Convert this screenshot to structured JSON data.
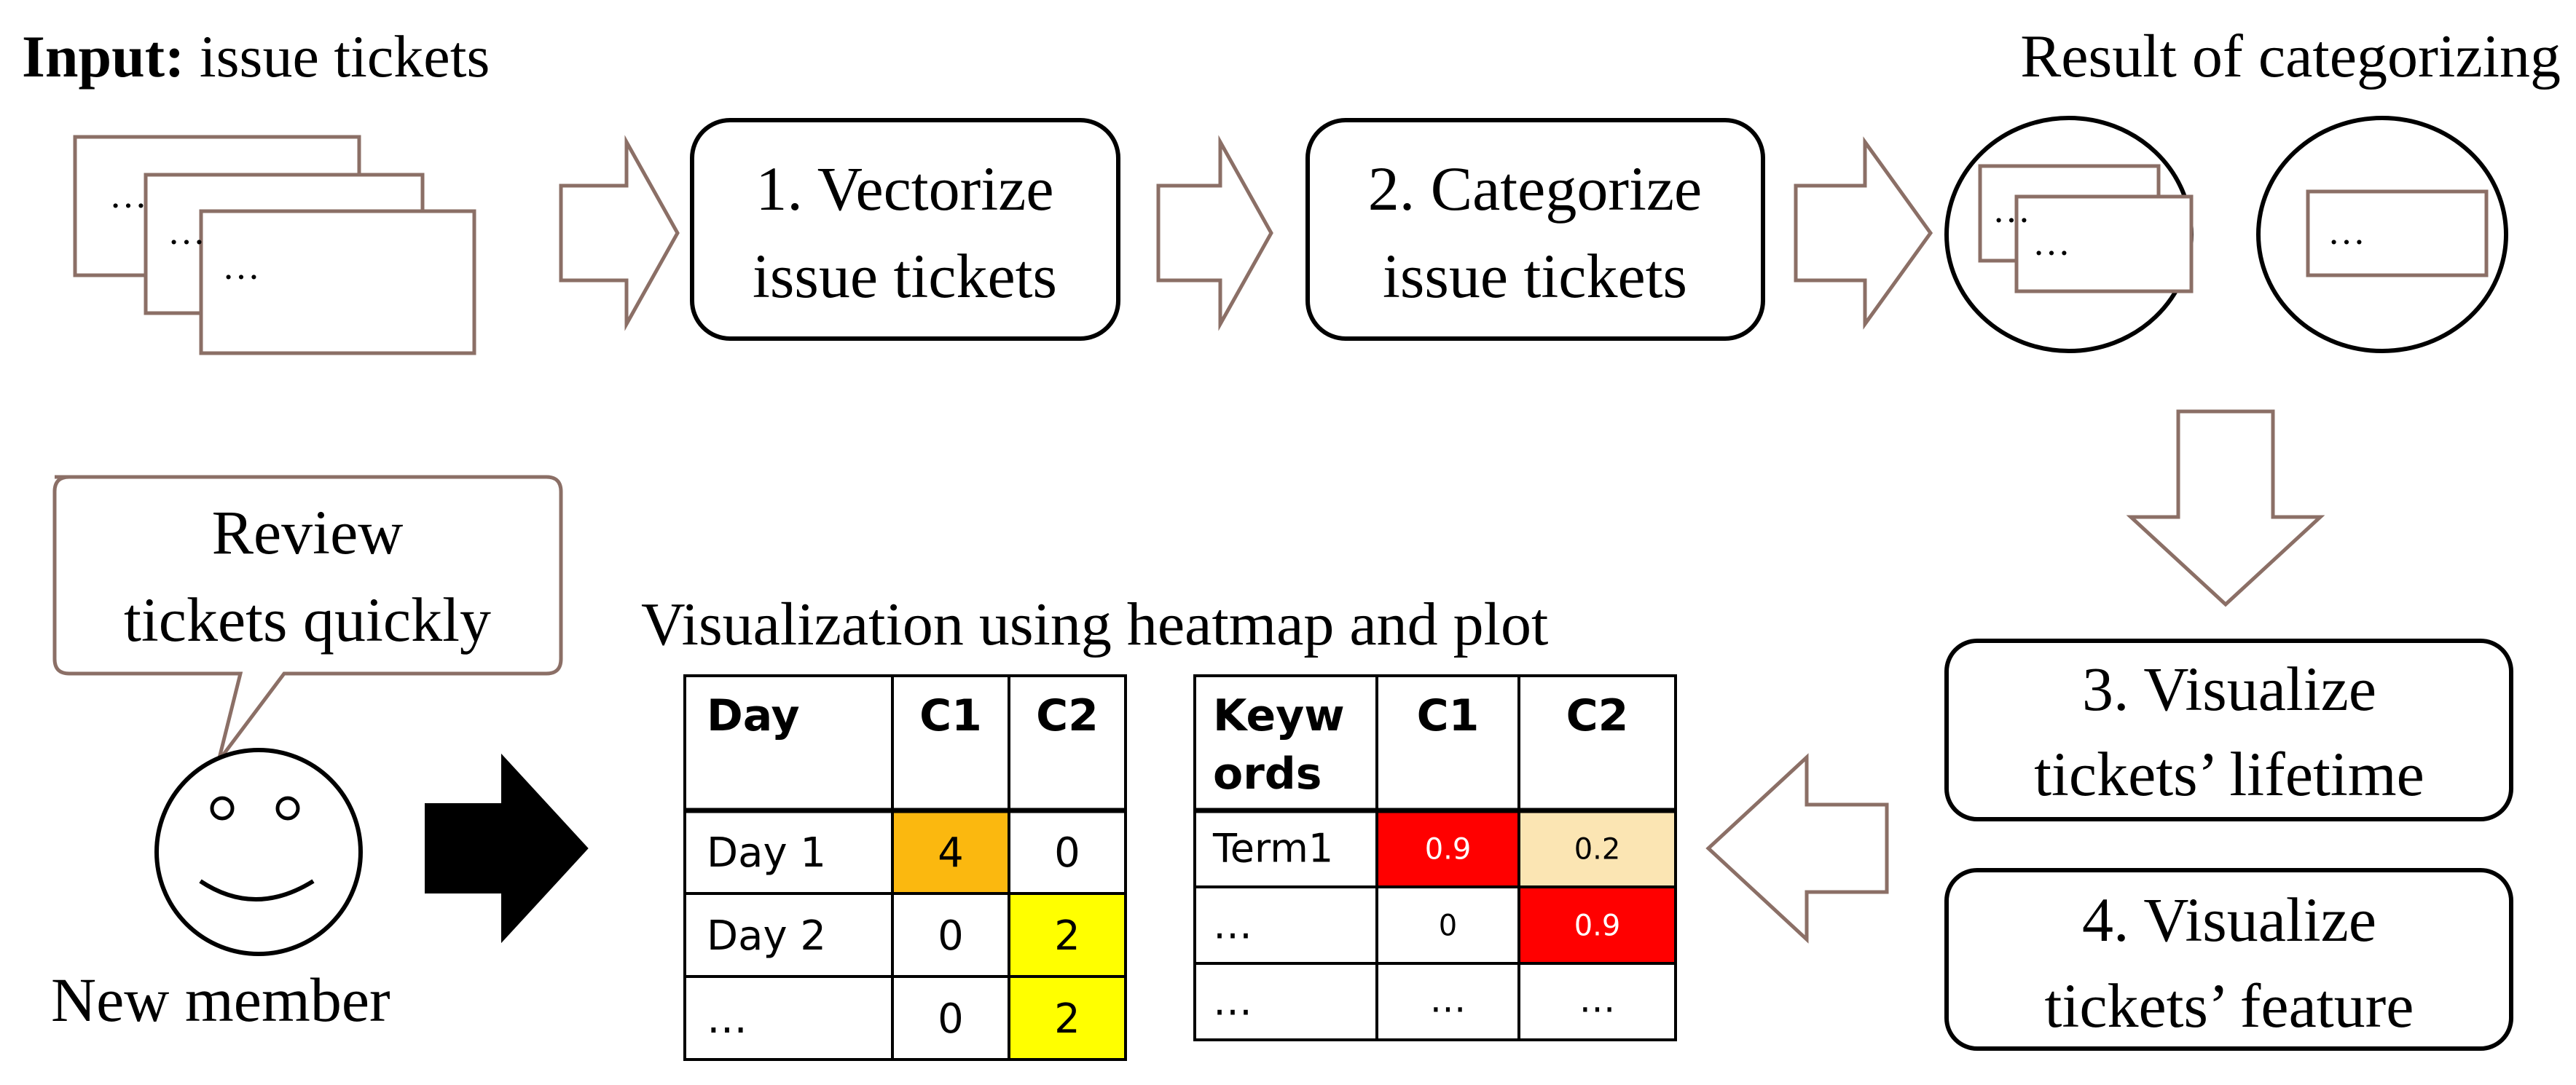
{
  "input": {
    "label_bold": "Input:",
    "label_rest": " issue tickets",
    "ticket_text": "…"
  },
  "steps": {
    "step1": {
      "line1": "1. Vectorize",
      "line2": "issue tickets"
    },
    "step2": {
      "line1": "2. Categorize",
      "line2": "issue tickets"
    },
    "step3": {
      "line1": "3. Visualize",
      "line2": "tickets’ lifetime"
    },
    "step4": {
      "line1": "4. Visualize",
      "line2": "tickets’ feature"
    }
  },
  "result": {
    "title": "Result of categorizing",
    "ticket_text": "…"
  },
  "member": {
    "speech_line1": "Review",
    "speech_line2": "tickets quickly",
    "label": "New member"
  },
  "visualization": {
    "title": "Visualization using heatmap and plot",
    "table1": {
      "headers": [
        "Day",
        "C1",
        "C2"
      ],
      "rows": [
        [
          "Day 1",
          "4",
          "0"
        ],
        [
          "Day 2",
          "0",
          "2"
        ],
        [
          "…",
          "0",
          "2"
        ]
      ],
      "colors": [
        [
          "#ffffff",
          "#fbb80f",
          "#ffffff"
        ],
        [
          "#ffffff",
          "#ffffff",
          "#ffff00"
        ],
        [
          "#ffffff",
          "#ffffff",
          "#ffff00"
        ]
      ]
    },
    "table2": {
      "headers": [
        "Keyw",
        "ords",
        "C1",
        "C2"
      ],
      "rows": [
        [
          "Term1",
          "0.9",
          "0.2"
        ],
        [
          "…",
          "0",
          "0.9"
        ],
        [
          "…",
          "…",
          "…"
        ]
      ],
      "colors": [
        [
          "#ffffff",
          "#ff0000",
          "#fbe5b3"
        ],
        [
          "#ffffff",
          "#ffffff",
          "#ff0000"
        ],
        [
          "#ffffff",
          "#ffffff",
          "#ffffff"
        ]
      ]
    }
  },
  "colors": {
    "arrow_stroke": "#8b6f66",
    "box_stroke": "#000000",
    "arrow_fill_dark": "#000000"
  }
}
